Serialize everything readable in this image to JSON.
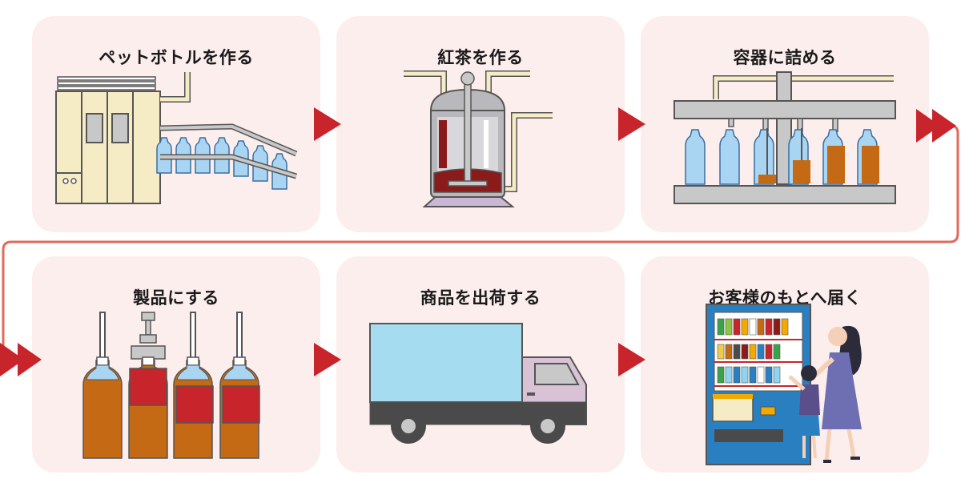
{
  "steps": [
    {
      "title": "ペットボトルを作る"
    },
    {
      "title": "紅茶を作る"
    },
    {
      "title": "容器に詰める"
    },
    {
      "title": "製品にする"
    },
    {
      "title": "商品を出荷する"
    },
    {
      "title": "お客様のもとへ届く"
    }
  ],
  "colors": {
    "card_bg": "#fdeeee",
    "arrow": "#c8242b",
    "connector": "#e06b5a",
    "tea": "#c46a14",
    "label_red": "#c8242b",
    "bottle_blue": "#a9d4f2"
  }
}
